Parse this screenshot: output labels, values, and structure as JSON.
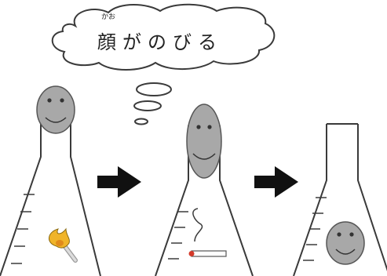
{
  "thought_bubble": {
    "ruby": "かお",
    "text": "顔がのびる"
  },
  "stages": [
    {
      "name": "stage-before",
      "items": [
        "face",
        "match"
      ]
    },
    {
      "name": "stage-heated",
      "items": [
        "stretched-face",
        "cigarette"
      ]
    },
    {
      "name": "stage-after",
      "items": [
        "face"
      ]
    }
  ],
  "colors": {
    "line": "#3a3a3a",
    "face_fill": "#a8a8a8",
    "arrow": "#111111",
    "match_head": "#e2a11b",
    "match_stick": "#c9c9c9",
    "ember": "#d43a2a"
  }
}
